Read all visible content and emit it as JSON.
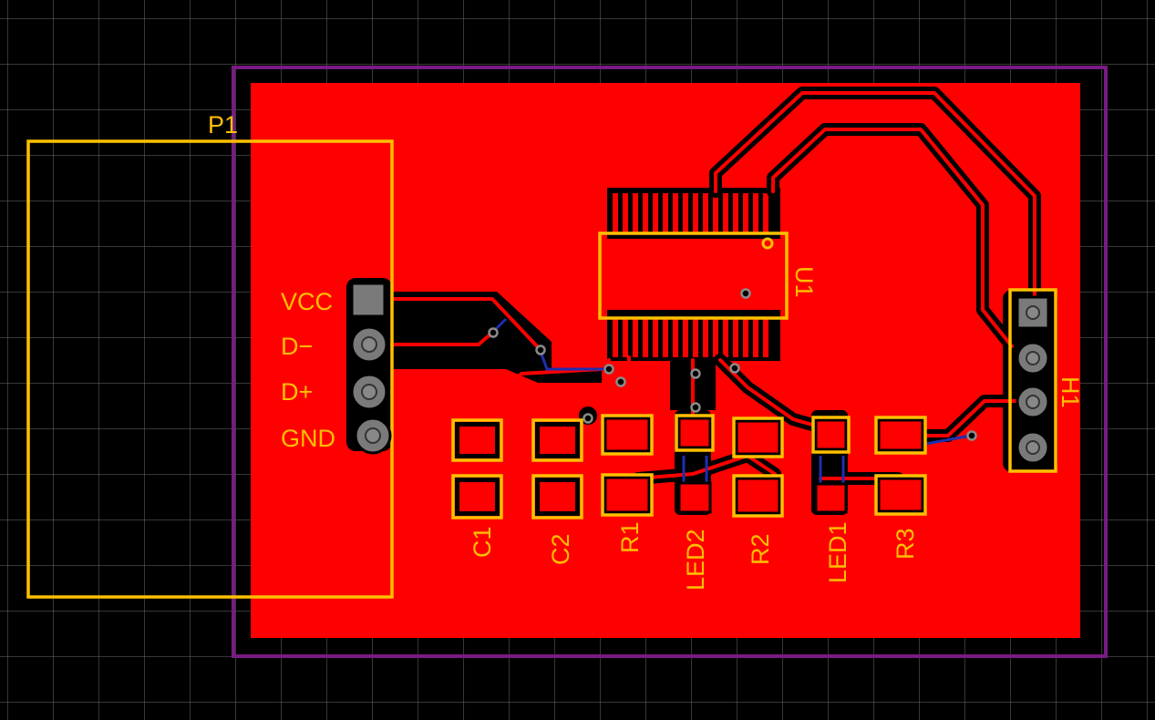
{
  "board": {
    "connector": {
      "designator": "P1",
      "pins": [
        "VCC",
        "D−",
        "D+",
        "GND"
      ]
    },
    "ic": {
      "designator": "U1"
    },
    "header": {
      "designator": "H1"
    },
    "components": [
      "C1",
      "C2",
      "R1",
      "LED2",
      "R2",
      "LED1",
      "R3"
    ]
  },
  "colors": {
    "background": "#000000",
    "grid": "#6e6e6e",
    "copper_top": "#ff0000",
    "silkscreen": "#ffc000",
    "board_outline": "#7a1a84",
    "pad": "#7a7a7a",
    "bottom_trace": "#1f2eb0"
  },
  "icons": {
    "pad_square": "square-pad-icon",
    "pad_round": "round-pad-icon",
    "via": "via-icon",
    "pin1_marker": "pin1-dot-icon"
  }
}
